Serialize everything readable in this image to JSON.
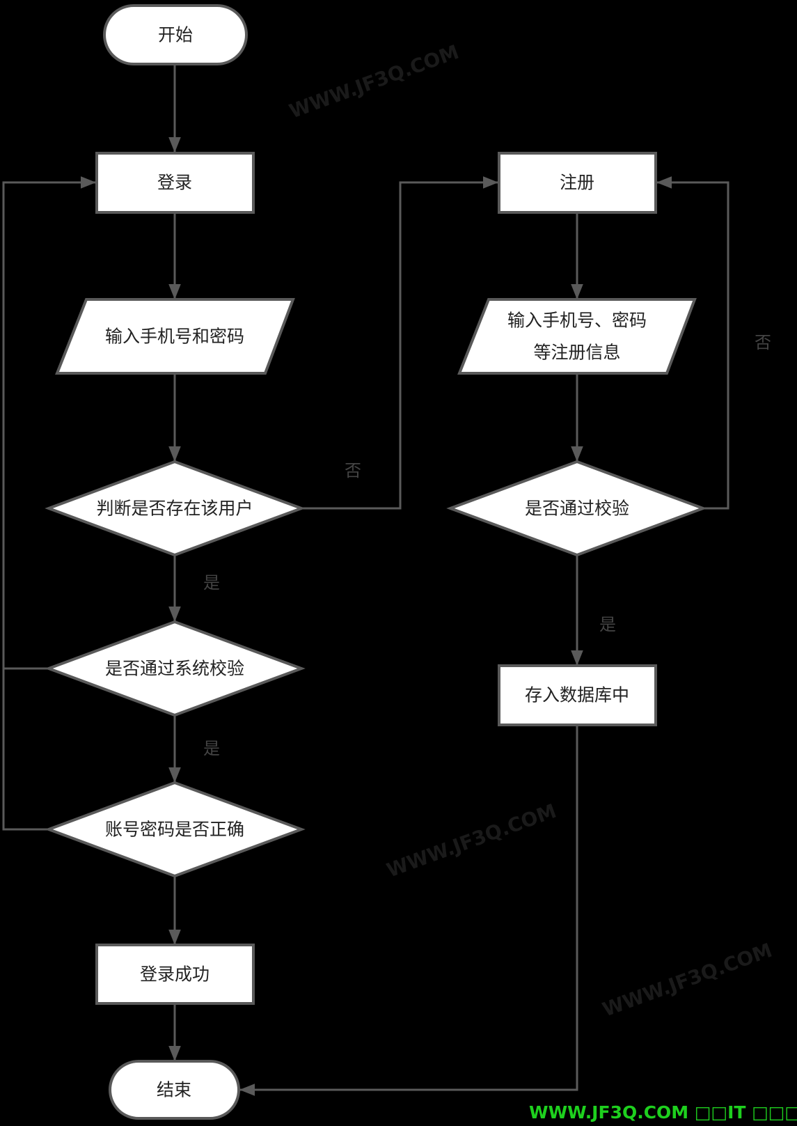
{
  "nodes": {
    "start": "开始",
    "login": "登录",
    "input_login": "输入手机号和密码",
    "check_user": "判断是否存在该用户",
    "check_system": "是否通过系统校验",
    "check_password": "账号密码是否正确",
    "login_success": "登录成功",
    "end": "结束",
    "register": "注册",
    "input_register_line1": "输入手机号、密码",
    "input_register_line2": "等注册信息",
    "check_register": "是否通过校验",
    "save_db": "存入数据库中"
  },
  "edge_labels": {
    "user_no": "否",
    "user_yes": "是",
    "system_yes": "是",
    "register_no": "否",
    "register_yes": "是"
  },
  "watermark": "WWW.JF3Q.COM",
  "footer": "WWW.JF3Q.COM □□IT  □□□□",
  "colors": {
    "line": "#5a5a5a",
    "shape_fill": "#ffffff",
    "background": "#000000",
    "footer": "#1ed01e"
  }
}
